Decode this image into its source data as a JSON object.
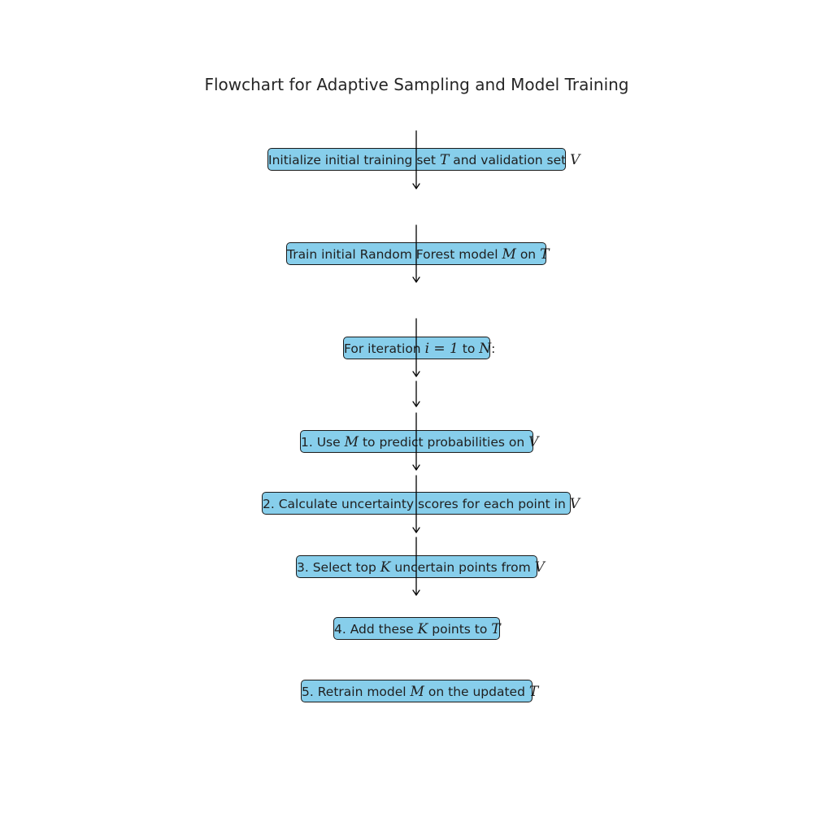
{
  "title": "Flowchart for Adaptive Sampling and Model Training",
  "nodes": [
    {
      "id": "init",
      "parts": [
        "Initialize initial training set ",
        "T",
        " and validation set ",
        "V",
        ""
      ]
    },
    {
      "id": "train",
      "parts": [
        "Train initial Random Forest model ",
        "M",
        " on ",
        "T",
        ""
      ]
    },
    {
      "id": "loop",
      "parts": [
        "For iteration ",
        "i = 1",
        " to ",
        "N",
        ":"
      ]
    },
    {
      "id": "step1",
      "parts": [
        "1. Use ",
        "M",
        " to predict probabilities on ",
        "V",
        ""
      ]
    },
    {
      "id": "step2",
      "parts": [
        "2. Calculate uncertainty scores for each point in ",
        "V",
        ""
      ]
    },
    {
      "id": "step3",
      "parts": [
        "3. Select top ",
        "K",
        " uncertain points from ",
        "V",
        ""
      ]
    },
    {
      "id": "step4",
      "parts": [
        "4. Add these ",
        "K",
        " points to ",
        "T",
        ""
      ]
    },
    {
      "id": "step5",
      "parts": [
        "5. Retrain model ",
        "M",
        " on the updated ",
        "T",
        ""
      ]
    }
  ]
}
